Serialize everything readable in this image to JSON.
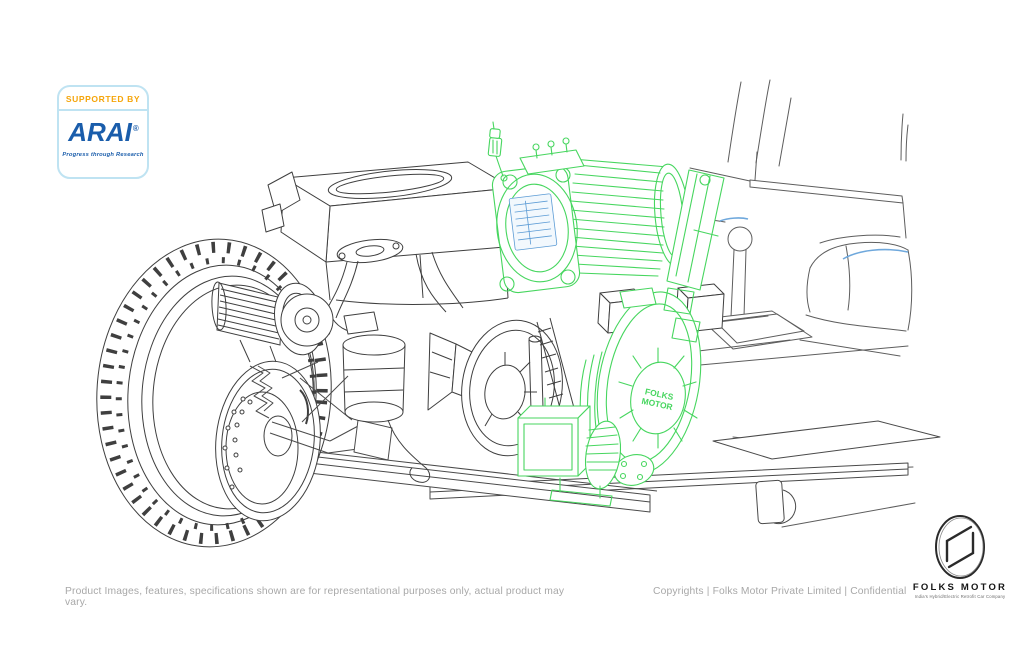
{
  "arai_badge": {
    "supported_by": "SUPPORTED BY",
    "brand": "ARAI",
    "registered": "®",
    "tagline": "Progress through Research",
    "border_color": "#bfe3f2",
    "supported_color": "#f5a50a",
    "brand_color": "#1a5dab"
  },
  "illustration": {
    "description": "Isometric CAD line drawing of a car front section: tire with brake disc, IC engine with exhaust manifold and muffler, chassis frame rails, gear lever and seat, with retrofit electric motor and gearbox highlighted in green",
    "line_color": "#4a4a4a",
    "highlight_green": "#47d65f",
    "accent_blue": "#6fa8dc",
    "nameplate_blue": "#5b9bd5",
    "gearbox_label_line1": "FOLKS",
    "gearbox_label_line2": "MOTOR"
  },
  "footer": {
    "disclaimer": "Product Images, features, specifications shown are for representational purposes only, actual product may vary.",
    "copyright": "Copyrights | Folks Motor Private Limited | Confidential",
    "text_color": "#a8a8a8"
  },
  "brand_logo": {
    "name": "FOLKS MOTOR",
    "tagline": "India's Hybrid/Electric Retrofit Car Company"
  }
}
